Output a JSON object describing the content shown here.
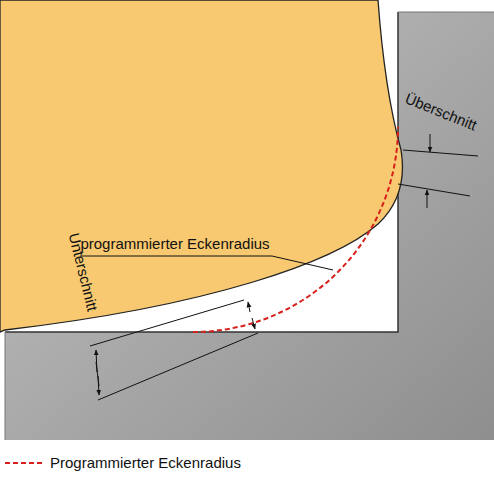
{
  "diagram": {
    "labels": [
      "Überschnitt",
      "programmierter Eckenradius",
      "Unterschnitt"
    ],
    "legend": [
      {
        "text": "Programmierter Eckenradius"
      }
    ]
  }
}
